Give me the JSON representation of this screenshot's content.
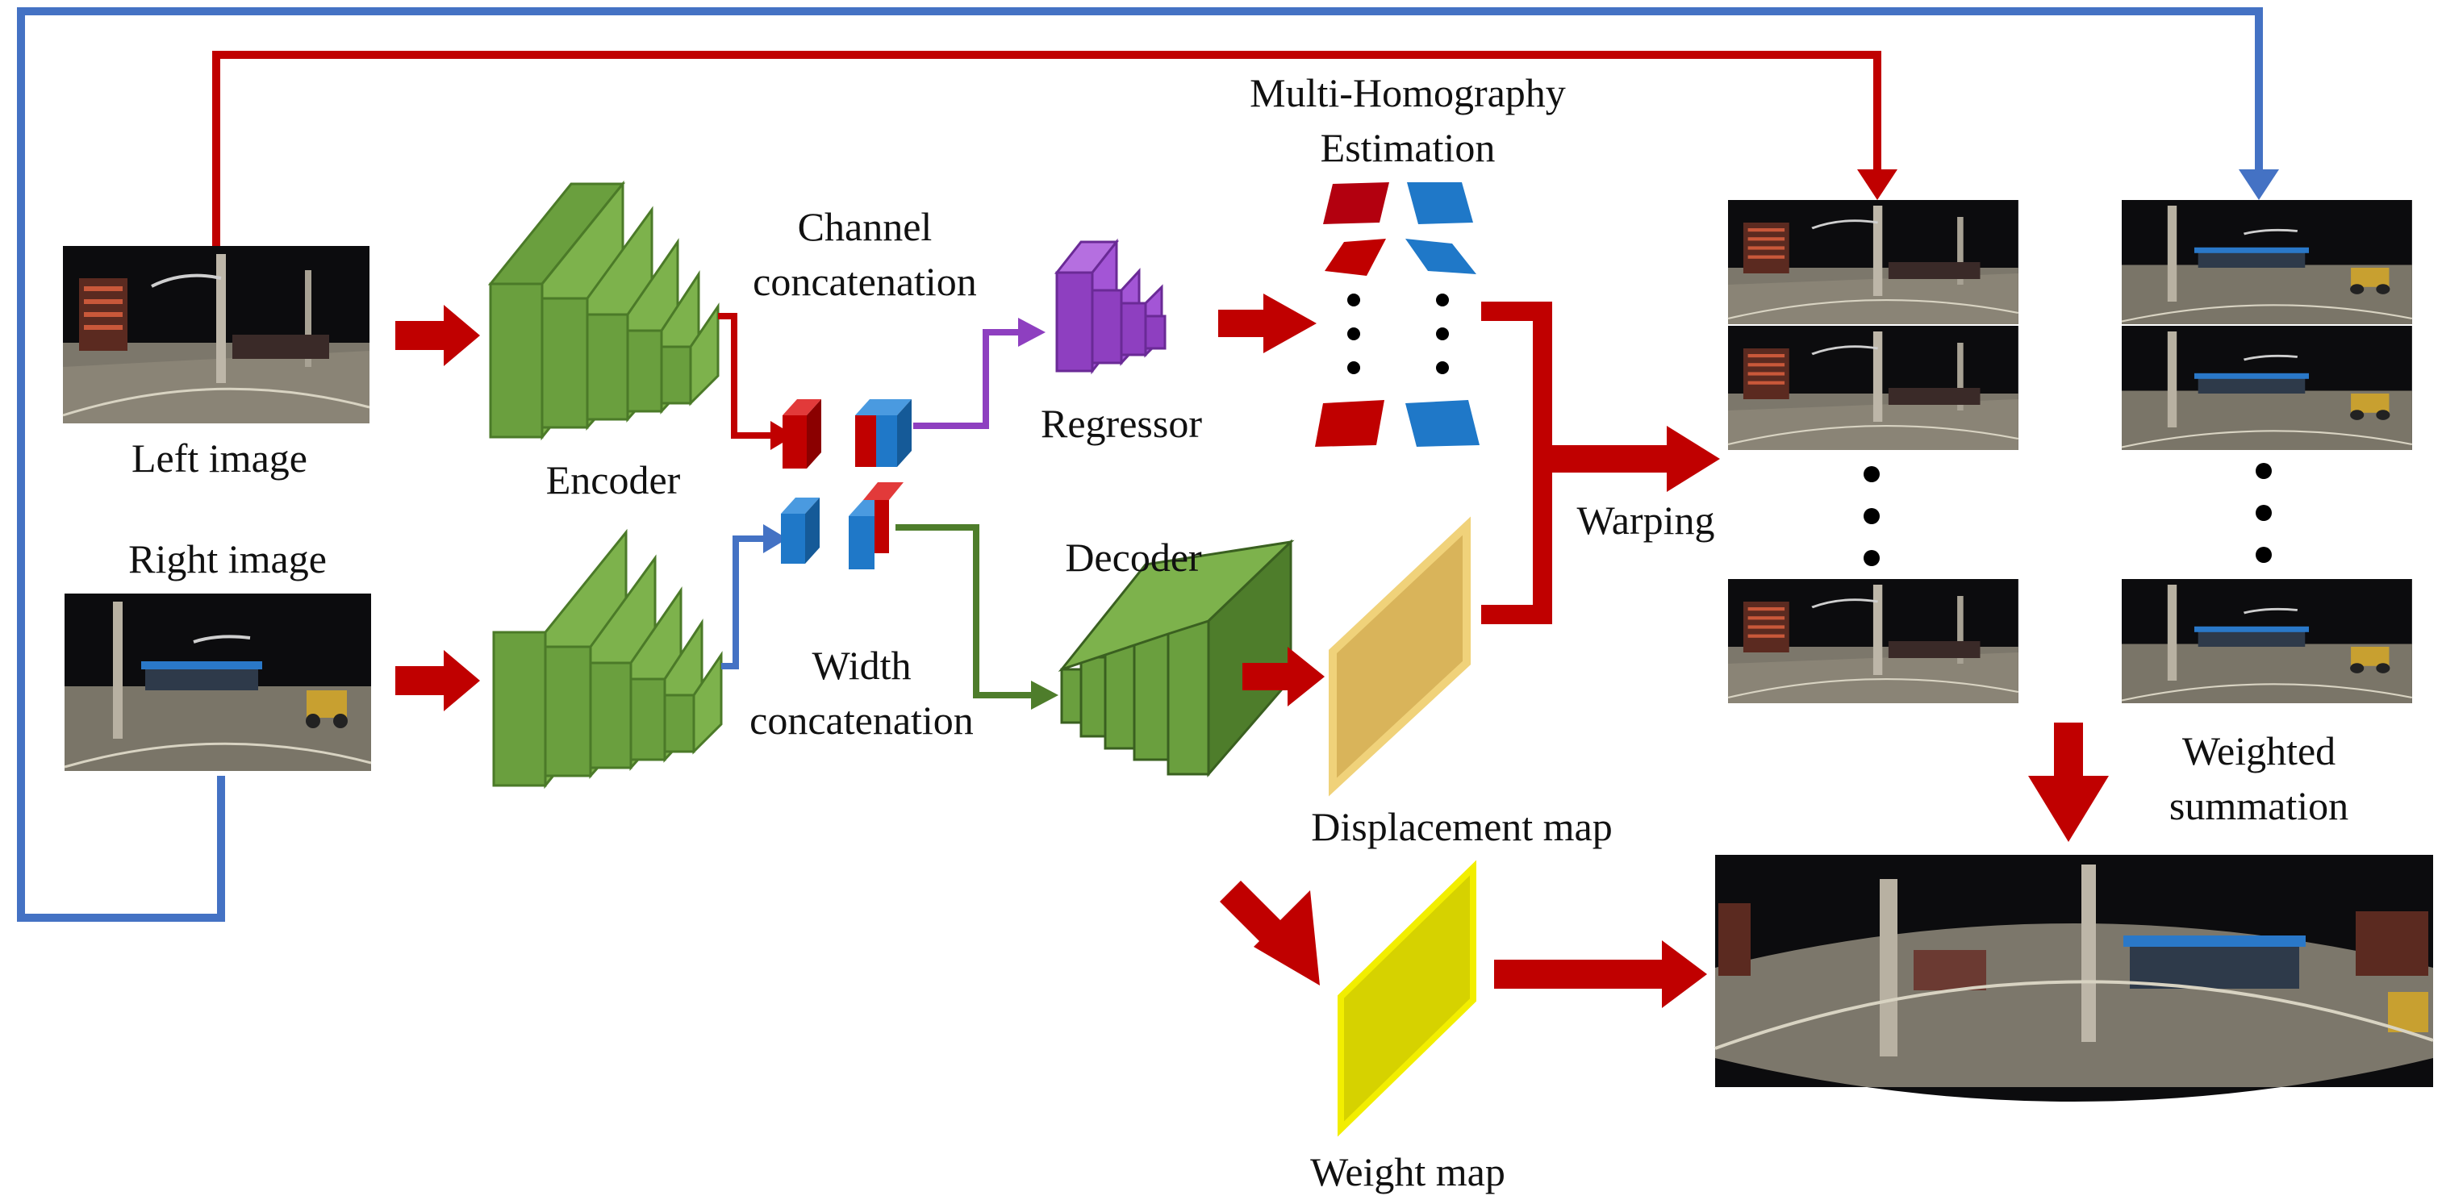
{
  "labels": {
    "left_image": "Left image",
    "right_image": "Right image",
    "encoder": "Encoder",
    "channel_concat_1": "Channel",
    "channel_concat_2": "concatenation",
    "width_concat_1": "Width",
    "width_concat_2": "concatenation",
    "regressor": "Regressor",
    "decoder": "Decoder",
    "multi_homography_1": "Multi-Homography",
    "multi_homography_2": "Estimation",
    "warping": "Warping",
    "displacement_map": "Displacement map",
    "weight_map": "Weight map",
    "weighted_summation_1": "Weighted",
    "weighted_summation_2": "summation"
  },
  "colors": {
    "red_arrow": "#c00000",
    "blue_line": "#4472c4",
    "encoder_green": "#6a9f3e",
    "decoder_green": "#4e7d2b",
    "regressor_purple": "#8e3fc0",
    "feature_red": "#c00000",
    "feature_blue": "#1f78c8",
    "displacement_map": "#d9b45a",
    "weight_map": "#d6d200",
    "night_sky": "#0c0c0e",
    "road": "#7c776b"
  },
  "icons": {
    "left_image": "night-street-photo",
    "right_image": "night-street-photo",
    "warped_images": "night-street-photo",
    "panorama": "night-panorama-photo"
  }
}
